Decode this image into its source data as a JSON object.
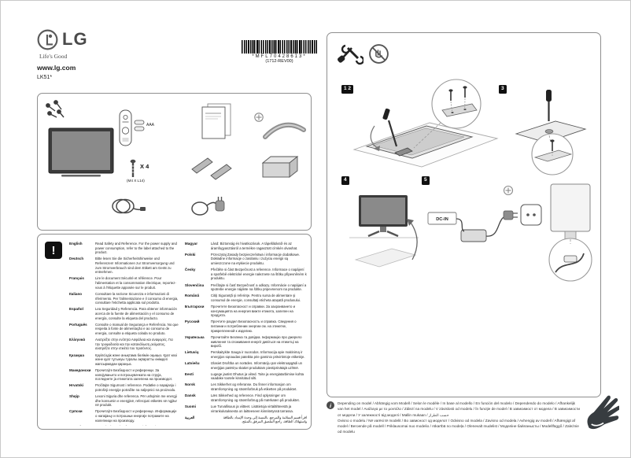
{
  "header": {
    "brand": "LG",
    "tagline": "Life's Good",
    "website": "www.lg.com",
    "model": "LK51*",
    "barcode_text": "*MFL70428613*",
    "barcode_revision": "(1712-REV00)"
  },
  "package": {
    "screw_count": "X 4",
    "screw_spec": "(M4 X L14)",
    "battery_label": "AAA"
  },
  "safety": {
    "warning_symbol": "!",
    "language_table": {
      "left": [
        {
          "lang": "English",
          "text": "Read Safety and Reference. For the power supply and power consumption, refer to the label attached to the product."
        },
        {
          "lang": "Deutsch",
          "text": "Bitte lesen Sie die Sicherheitshinweise und Referenzen! Informationen zur Stromversorgung und zum Stromverbrauch sind dem Etikett am Gerät zu entnehmen."
        },
        {
          "lang": "Français",
          "text": "Lire le document Sécurité et référence. Pour l'alimentation et la consommation électrique, reportez-vous à l'étiquette apposée sur le produit."
        },
        {
          "lang": "Italiano",
          "text": "Consultare la sezione Sicurezza e informazioni di riferimento. Per l'alimentazione e il consumo di energia, consultare l'etichetta applicata sul prodotto."
        },
        {
          "lang": "Español",
          "text": "Lea Seguridad y Referencia. Para obtener información acerca de la fuente de alimentación y el consumo de energía, consulte la etiqueta del producto."
        },
        {
          "lang": "Português",
          "text": "Consulte o manual de Segurança e Referência. No que respeita à fonte de alimentação e ao consumo de energia, consulte a etiqueta colada no produto."
        },
        {
          "lang": "Ελληνικά",
          "text": "Ανατρέξτε στην ενότητα Ασφάλεια και αναφορές. Για την τροφοδοσία και την κατανάλωση ρεύματος, ανατρέξτε στην ετικέτα του προϊόντος."
        },
        {
          "lang": "Қазақша",
          "text": "Қауіпсіздік және анықтама бөлімін оқыңыз. Қуат көзі және қуат тұтынуы туралы ақпаратты өнімдегі жапсырмадан қараңыз."
        },
        {
          "lang": "Македонски",
          "text": "Прочитајте Безбедност и референци. За напојувањето и потрошувачката на струја, погледнете ја етикетата залепена на производот."
        },
        {
          "lang": "Hrvatski",
          "text": "Pročitajte Sigurnost i reference. Podatke o napajanju i potrošnji energije potražite na naljepnici na proizvodu."
        },
        {
          "lang": "Shqip",
          "text": "Lexoni Siguria dhe referenca. Për ushqimin me energji dhe konsumin e energjisë, referojuni etiketës së ngjitur në produkt."
        },
        {
          "lang": "Српски",
          "text": "Прочитајте Безбедност и референце. Информације о напајању и потрошњи енергије потражите на налепници на производу."
        },
        {
          "lang": "Svenska",
          "text": "Läs Säkerhet och referens. För information om strömförsörjning och strömförbrukning, se etiketten på produkten."
        }
      ],
      "right": [
        {
          "lang": "Magyar",
          "text": "Lásd: Biztonság és hivatkozások. A tápellátásról és az áramfogyasztásról a termékre ragasztott címkén olvashat."
        },
        {
          "lang": "Polski",
          "text": "Przeczytaj Zasady bezpieczeństwa i informacje dodatkowe. Dokładne informacje o zasilaniu i zużyciu energii są umieszczone na etykiecie produktu."
        },
        {
          "lang": "Česky",
          "text": "Přečtěte si část Bezpečnost a reference. Informace o napájení a spotřebě elektrické energie naleznete na štítku připevněném k produktu."
        },
        {
          "lang": "Slovenčina",
          "text": "Prečítajte si časť Bezpečnosť a odkazy. Informácie o napájaní a spotrebe energie nájdete na štítku pripevnenom na produkte."
        },
        {
          "lang": "Română",
          "text": "Citiţi Siguranţă şi referinţe. Pentru sursa de alimentare şi consumul de energie, consultaţi eticheta ataşată produsului."
        },
        {
          "lang": "Български",
          "text": "Прочетете Безопасност и справки. За захранването и консумацията на енергия вижте етикета, залепен на продукта."
        },
        {
          "lang": "Русский",
          "text": "Прочтите раздел Безопасность и справка. Сведения о питании и потреблении энергии см. на этикетке, прикрепленной к изделию."
        },
        {
          "lang": "Українська",
          "text": "Прочитайте Безпека та довідка. Інформацію про джерело живлення та споживання енергії дивіться на етикетці на виробі."
        },
        {
          "lang": "Lietuvių",
          "text": "Perskaitykite Sauga ir nuorodos. Informacija apie maitinimą ir energijos sąnaudas pateikta prie gaminio pritvirtintoje etiketėje."
        },
        {
          "lang": "Latviešu",
          "text": "Izlasiet Drošība un norādes. Informāciju par elektroapgādi un enerģijas patēriņu skatiet produktam piestiprinātajā uzlīmē."
        },
        {
          "lang": "Eesti",
          "text": "Lugege jaotist Ohutus ja viited. Toite ja energiatarbimise kohta vaadake tootele kinnitatud silti."
        },
        {
          "lang": "Norsk",
          "text": "Les Sikkerhet og referanse. Du finner informasjon om strømforsyning og strømforbruk på etiketten på produktet."
        },
        {
          "lang": "Dansk",
          "text": "Læs Sikkerhed og reference. Find oplysninger om strømforsyning og strømforbrug på mærkaten på produktet."
        },
        {
          "lang": "Suomi",
          "text": "Lue Turvallisuus ja viitteet. Lisätietoja virtalähteestä ja virrankulutuksesta on laitteeseen kiinnitetyssä tarrassa."
        },
        {
          "lang": "العربية",
          "text": "اقرأ قسم السلامة والمرجع. بالنسبة إلى وحدة الإمداد بالطاقة واستهلاك الطاقة، راجع الملصق المرفق بالمنتج.",
          "rtl": true
        }
      ]
    }
  },
  "assembly": {
    "badges": {
      "steps_1_2": "1 2",
      "step_3": "3",
      "step_4": "4",
      "step_5": "5"
    },
    "dc_in_label": "DC-IN",
    "note": {
      "info_symbol": "i",
      "line1": "Depending on model / Abhängig vom Modell / Selon le modèle / In base al modello / En función del modelo / Dependendo do modelo / Afhankelijk van het model / Ανάλογα με το μοντέλο / Zálezí na modelu / V závislosti od modelu / În funcţie de model / В зависимост от модела / В зависимости от модели / У залежності від моделі / Mallin mukaan / حسب الطراز",
      "line2": "Ovisno o modelu / Në varësi të modelit / Во зависност од моделот / Odvisno od modela / Zavisno od modela / Avhengig av modell / Afhængigt af model / Beroende på modell / Priklausomai nuo modelio / Atkarībā no modeļa / Olenevalt mudelist / Моделіне байланысты / Modellfüggő / Zależnie od modelu"
    }
  }
}
